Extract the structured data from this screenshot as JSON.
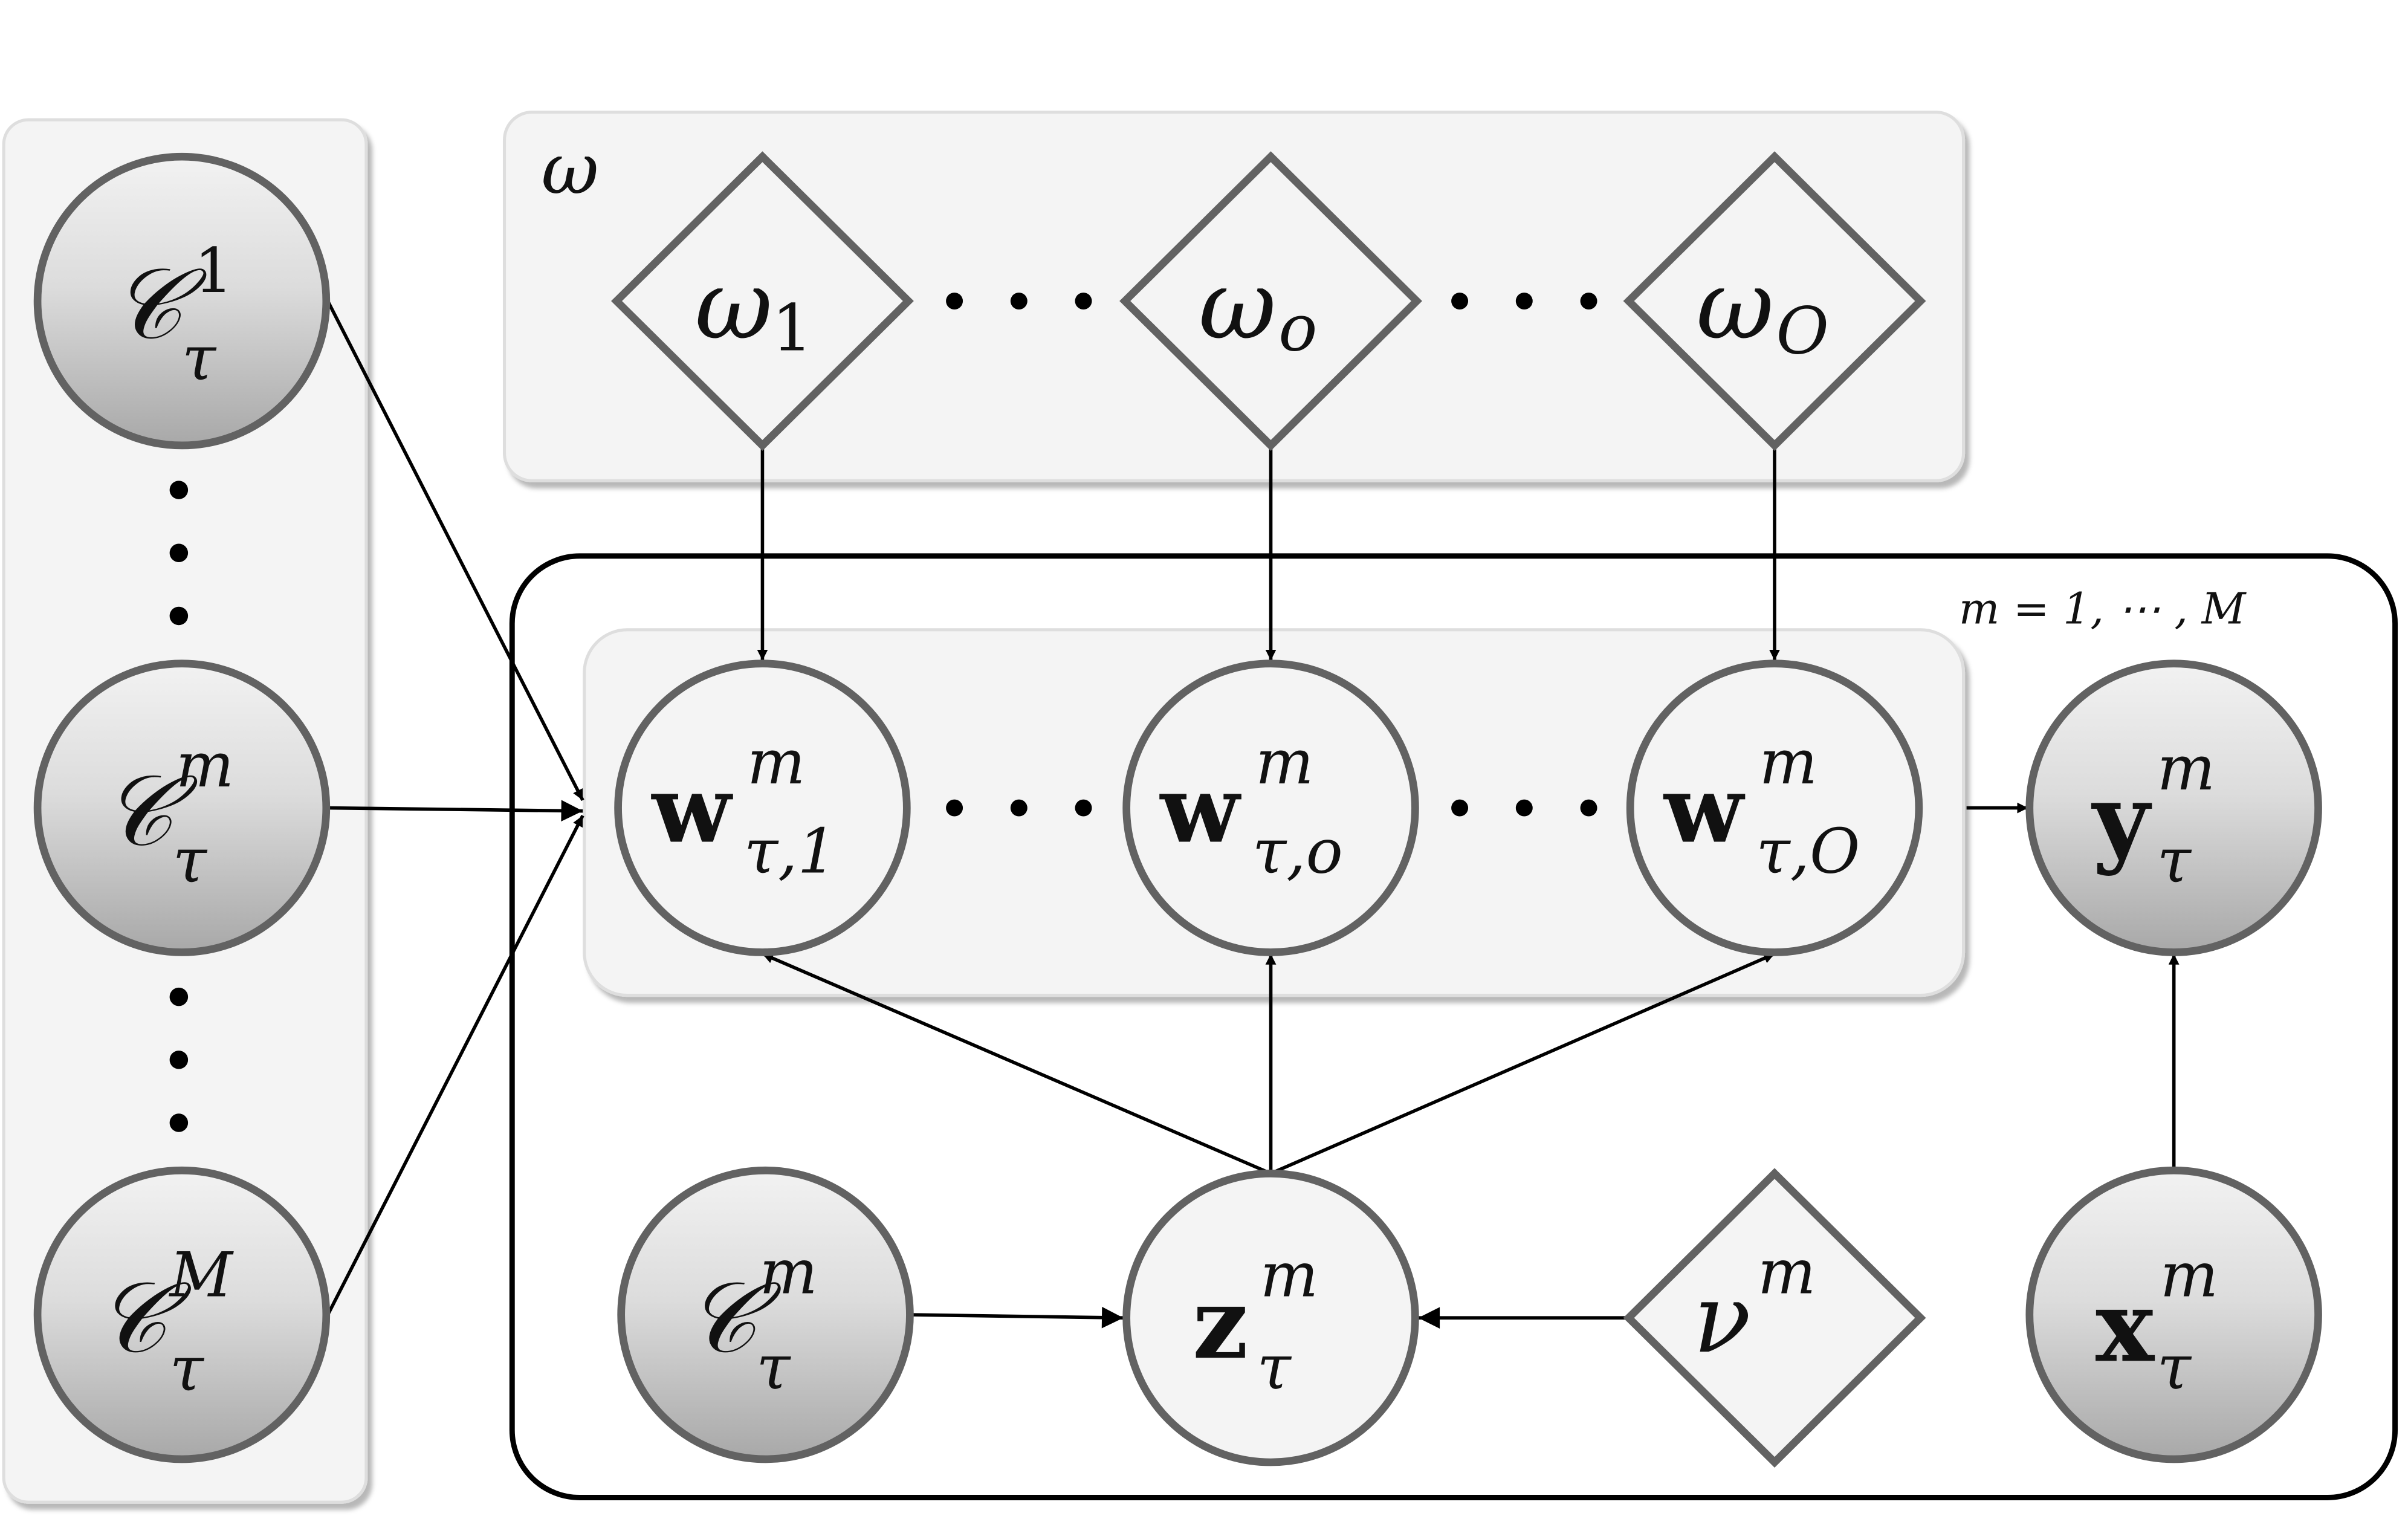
{
  "plates": {
    "omega_label": "ω",
    "range_label": "m = 1, ⋯ , M"
  },
  "colors": {
    "node_stroke": "#626262",
    "observed_fill_top": "#f2f2f2",
    "observed_fill_bottom": "#a8a8a8",
    "latent_fill": "#f4f4f4",
    "plate_fill": "#f4f4f4",
    "edge": "#000000"
  },
  "nodes": {
    "c1": {
      "main": "𝒞",
      "sup": "1",
      "sub": "τ"
    },
    "cm": {
      "main": "𝒞",
      "sup": "m",
      "sub": "τ"
    },
    "cM": {
      "main": "𝒞",
      "sup": "M",
      "sub": "τ"
    },
    "omega1": {
      "main": "ω",
      "sub": "1"
    },
    "omegao": {
      "main": "ω",
      "sub": "o"
    },
    "omegaO": {
      "main": "ω",
      "sub": "O"
    },
    "w1": {
      "main": "w",
      "sup": "m",
      "sub": "τ,1"
    },
    "wo": {
      "main": "w",
      "sup": "m",
      "sub": "τ,o"
    },
    "wO": {
      "main": "w",
      "sup": "m",
      "sub": "τ,O"
    },
    "y": {
      "main": "y",
      "sup": "m",
      "sub": "τ"
    },
    "c_inner": {
      "main": "𝒞",
      "sup": "m",
      "sub": "τ"
    },
    "z": {
      "main": "z",
      "sup": "m",
      "sub": "τ"
    },
    "nu": {
      "main": "ν",
      "sup": "m"
    },
    "x": {
      "main": "x",
      "sup": "m",
      "sub": "τ"
    }
  }
}
